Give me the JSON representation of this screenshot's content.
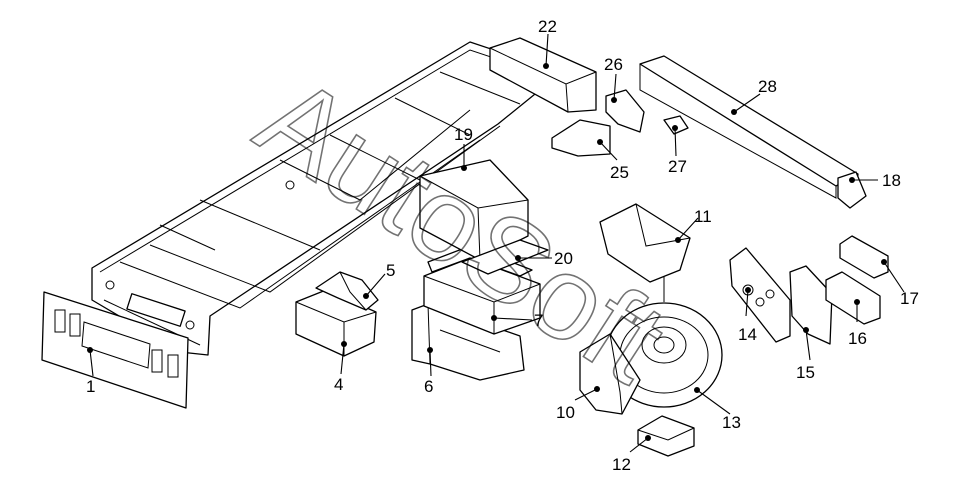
{
  "watermark": "AutoSoft",
  "callouts": [
    "1",
    "4",
    "5",
    "6",
    "7",
    "10",
    "11",
    "12",
    "13",
    "14",
    "15",
    "16",
    "17",
    "18",
    "19",
    "20",
    "22",
    "25",
    "26",
    "27",
    "28"
  ]
}
